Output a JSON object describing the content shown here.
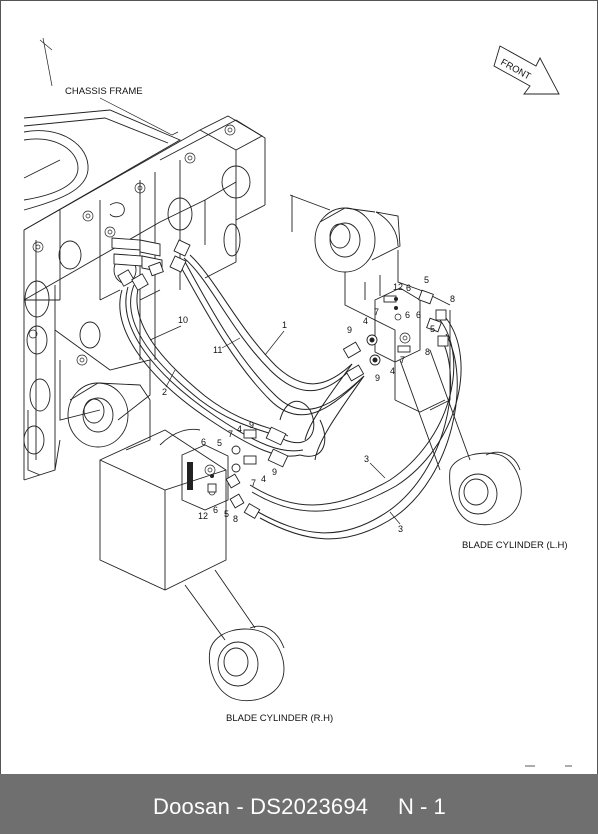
{
  "labels": {
    "chassis_frame": "CHASSIS FRAME",
    "front": "FRONT",
    "blade_cylinder_lh": "BLADE CYLINDER (L.H)",
    "blade_cylinder_rh": "BLADE CYLINDER (R.H)"
  },
  "callouts": {
    "n1": "1",
    "n2": "2",
    "n3a": "3",
    "n3b": "3",
    "n10": "10",
    "n11": "11",
    "lh_12": "12",
    "lh_6a": "6",
    "lh_5": "5",
    "lh_8a": "8",
    "lh_7": "7",
    "lh_4a": "4",
    "lh_9a": "9",
    "lh_6b": "6",
    "lh_5b": "5",
    "lh_8b": "8",
    "lh_7b": "7",
    "lh_9b": "9",
    "lh_4b": "4",
    "rh_6": "6",
    "rh_5": "5",
    "rh_7a": "7",
    "rh_4a": "4",
    "rh_9a": "9",
    "rh_9b": "9",
    "rh_4b": "4",
    "rh_7b": "7",
    "rh_6b": "6",
    "rh_5b": "5",
    "rh_12": "12",
    "rh_8": "8"
  },
  "footer": {
    "brand_part": "Doosan - DS2023694",
    "page": "N - 1"
  }
}
